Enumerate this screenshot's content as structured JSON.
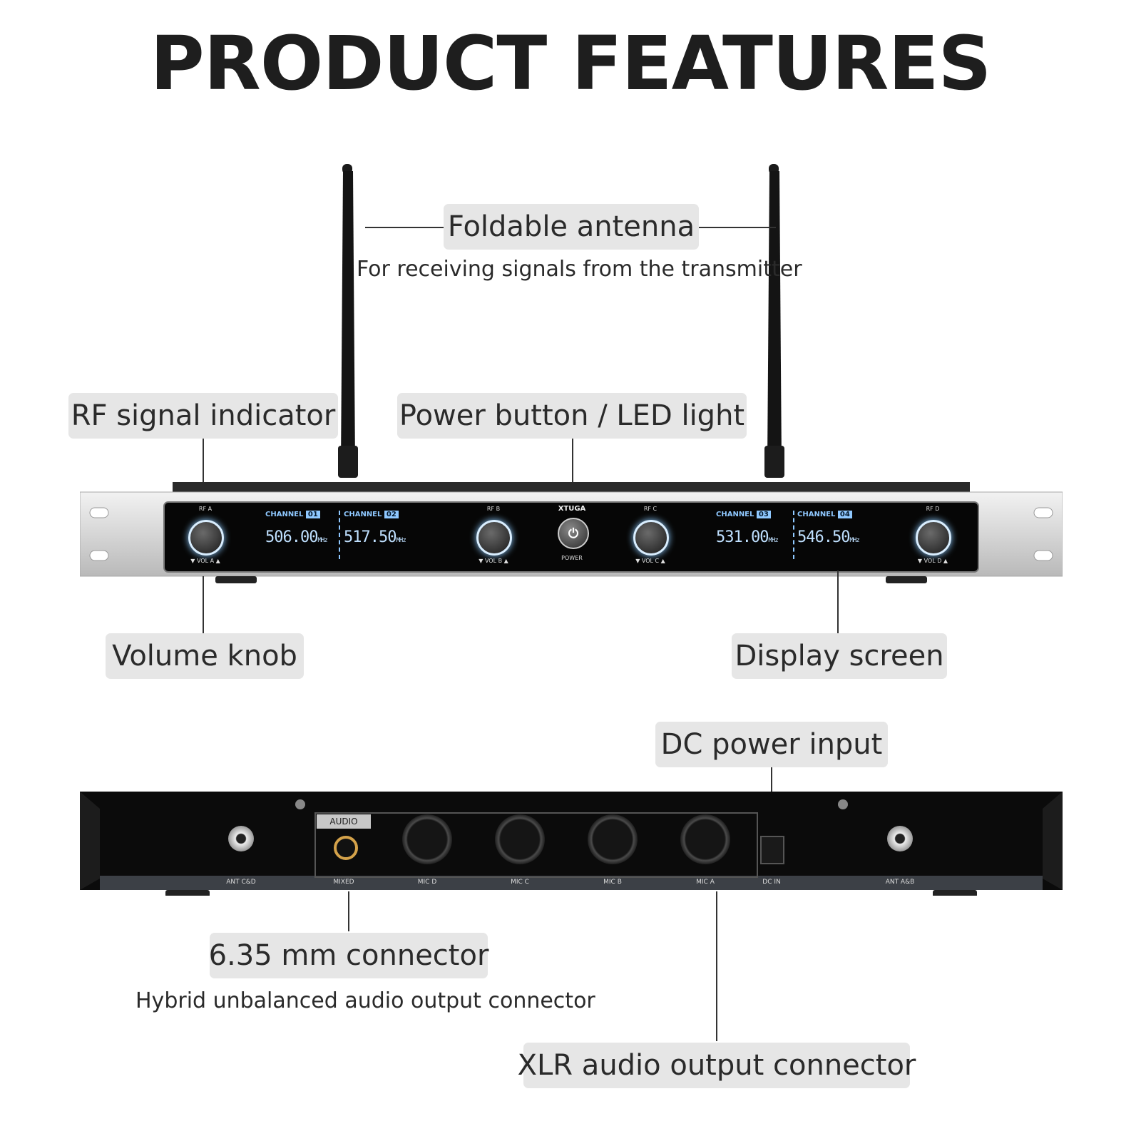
{
  "title": "PRODUCT FEATURES",
  "callouts": {
    "antenna": {
      "label": "Foldable antenna",
      "description": "For receiving signals from the transmitter"
    },
    "rf_indicator": {
      "label": "RF signal indicator"
    },
    "power_button": {
      "label": "Power button / LED light"
    },
    "volume_knob": {
      "label": "Volume knob"
    },
    "display_screen": {
      "label": "Display screen"
    },
    "dc_input": {
      "label": "DC power input"
    },
    "connector_635": {
      "label": "6.35 mm connector",
      "description": "Hybrid unbalanced audio output connector"
    },
    "xlr": {
      "label": "XLR audio output connector"
    }
  },
  "front_panel": {
    "brand": "XTUGA",
    "power_label": "POWER",
    "rf_labels": [
      "RF A",
      "RF B",
      "RF C",
      "RF D"
    ],
    "vol_labels": [
      "VOL A",
      "VOL B",
      "VOL C",
      "VOL D"
    ],
    "channel_label": "CHANNEL",
    "channels": [
      {
        "number": "01",
        "freq": "506.00",
        "unit": "MHz"
      },
      {
        "number": "02",
        "freq": "517.50",
        "unit": "MHz"
      },
      {
        "number": "03",
        "freq": "531.00",
        "unit": "MHz"
      },
      {
        "number": "04",
        "freq": "546.50",
        "unit": "MHz"
      }
    ]
  },
  "rear_panel": {
    "audio_label": "AUDIO",
    "ports": [
      "ANT C&D",
      "MIXED",
      "MIC D",
      "MIC C",
      "MIC B",
      "MIC A",
      "DC IN",
      "ANT A&B"
    ]
  },
  "colors": {
    "label_bg": "#e6e6e6",
    "lcd_text": "#9fd0ff",
    "panel_black": "#0a0a0a",
    "chassis_silver": "#d8d8d8"
  }
}
